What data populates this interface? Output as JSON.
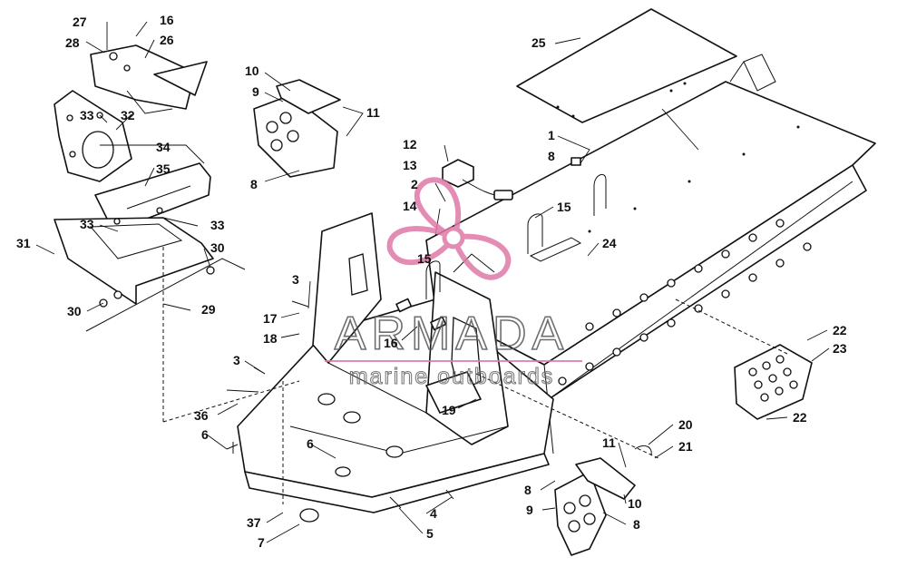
{
  "watermark": {
    "title": "ARMADA",
    "subtitle": "marine outboards",
    "accent_color": "#e07aa8"
  },
  "callouts": [
    {
      "id": "c27",
      "label": "27"
    },
    {
      "id": "c16a",
      "label": "16"
    },
    {
      "id": "c28",
      "label": "28"
    },
    {
      "id": "c26",
      "label": "26"
    },
    {
      "id": "c33a",
      "label": "33"
    },
    {
      "id": "c32",
      "label": "32"
    },
    {
      "id": "c34",
      "label": "34"
    },
    {
      "id": "c35",
      "label": "35"
    },
    {
      "id": "c33b",
      "label": "33"
    },
    {
      "id": "c33c",
      "label": "33"
    },
    {
      "id": "c31",
      "label": "31"
    },
    {
      "id": "c30a",
      "label": "30"
    },
    {
      "id": "c30b",
      "label": "30"
    },
    {
      "id": "c29",
      "label": "29"
    },
    {
      "id": "c10a",
      "label": "10"
    },
    {
      "id": "c9a",
      "label": "9"
    },
    {
      "id": "c11a",
      "label": "11"
    },
    {
      "id": "c8a",
      "label": "8"
    },
    {
      "id": "c12",
      "label": "12"
    },
    {
      "id": "c13",
      "label": "13"
    },
    {
      "id": "c2",
      "label": "2"
    },
    {
      "id": "c14",
      "label": "14"
    },
    {
      "id": "c15a",
      "label": "15"
    },
    {
      "id": "c15b",
      "label": "15"
    },
    {
      "id": "c1",
      "label": "1"
    },
    {
      "id": "c8b",
      "label": "8"
    },
    {
      "id": "c25",
      "label": "25"
    },
    {
      "id": "c24",
      "label": "24"
    },
    {
      "id": "c3a",
      "label": "3"
    },
    {
      "id": "c17",
      "label": "17"
    },
    {
      "id": "c18",
      "label": "18"
    },
    {
      "id": "c16b",
      "label": "16"
    },
    {
      "id": "c3b",
      "label": "3"
    },
    {
      "id": "c36",
      "label": "36"
    },
    {
      "id": "c6a",
      "label": "6"
    },
    {
      "id": "c6b",
      "label": "6"
    },
    {
      "id": "c19",
      "label": "19"
    },
    {
      "id": "c22a",
      "label": "22"
    },
    {
      "id": "c23",
      "label": "23"
    },
    {
      "id": "c22b",
      "label": "22"
    },
    {
      "id": "c20",
      "label": "20"
    },
    {
      "id": "c21",
      "label": "21"
    },
    {
      "id": "c11b",
      "label": "11"
    },
    {
      "id": "c8c",
      "label": "8"
    },
    {
      "id": "c9b",
      "label": "9"
    },
    {
      "id": "c10b",
      "label": "10"
    },
    {
      "id": "c8d",
      "label": "8"
    },
    {
      "id": "c4",
      "label": "4"
    },
    {
      "id": "c5",
      "label": "5"
    },
    {
      "id": "c37",
      "label": "37"
    },
    {
      "id": "c7",
      "label": "7"
    }
  ]
}
